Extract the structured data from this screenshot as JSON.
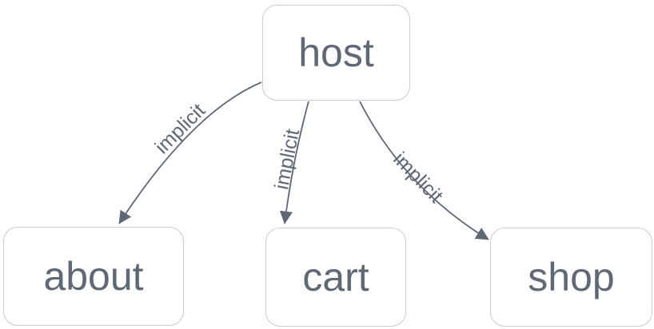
{
  "diagram": {
    "type": "graph",
    "background": "#ffffff",
    "nodes": [
      {
        "id": "host",
        "label": "host"
      },
      {
        "id": "about",
        "label": "about"
      },
      {
        "id": "cart",
        "label": "cart"
      },
      {
        "id": "shop",
        "label": "shop"
      }
    ],
    "edges": [
      {
        "from": "host",
        "to": "about",
        "label": "implicit"
      },
      {
        "from": "host",
        "to": "cart",
        "label": "implicit"
      },
      {
        "from": "host",
        "to": "shop",
        "label": "implicit"
      }
    ],
    "colors": {
      "node_fill": "#ffffff",
      "node_border": "#c9cbd0",
      "text": "#5f6875",
      "edge": "#5f6875"
    }
  }
}
